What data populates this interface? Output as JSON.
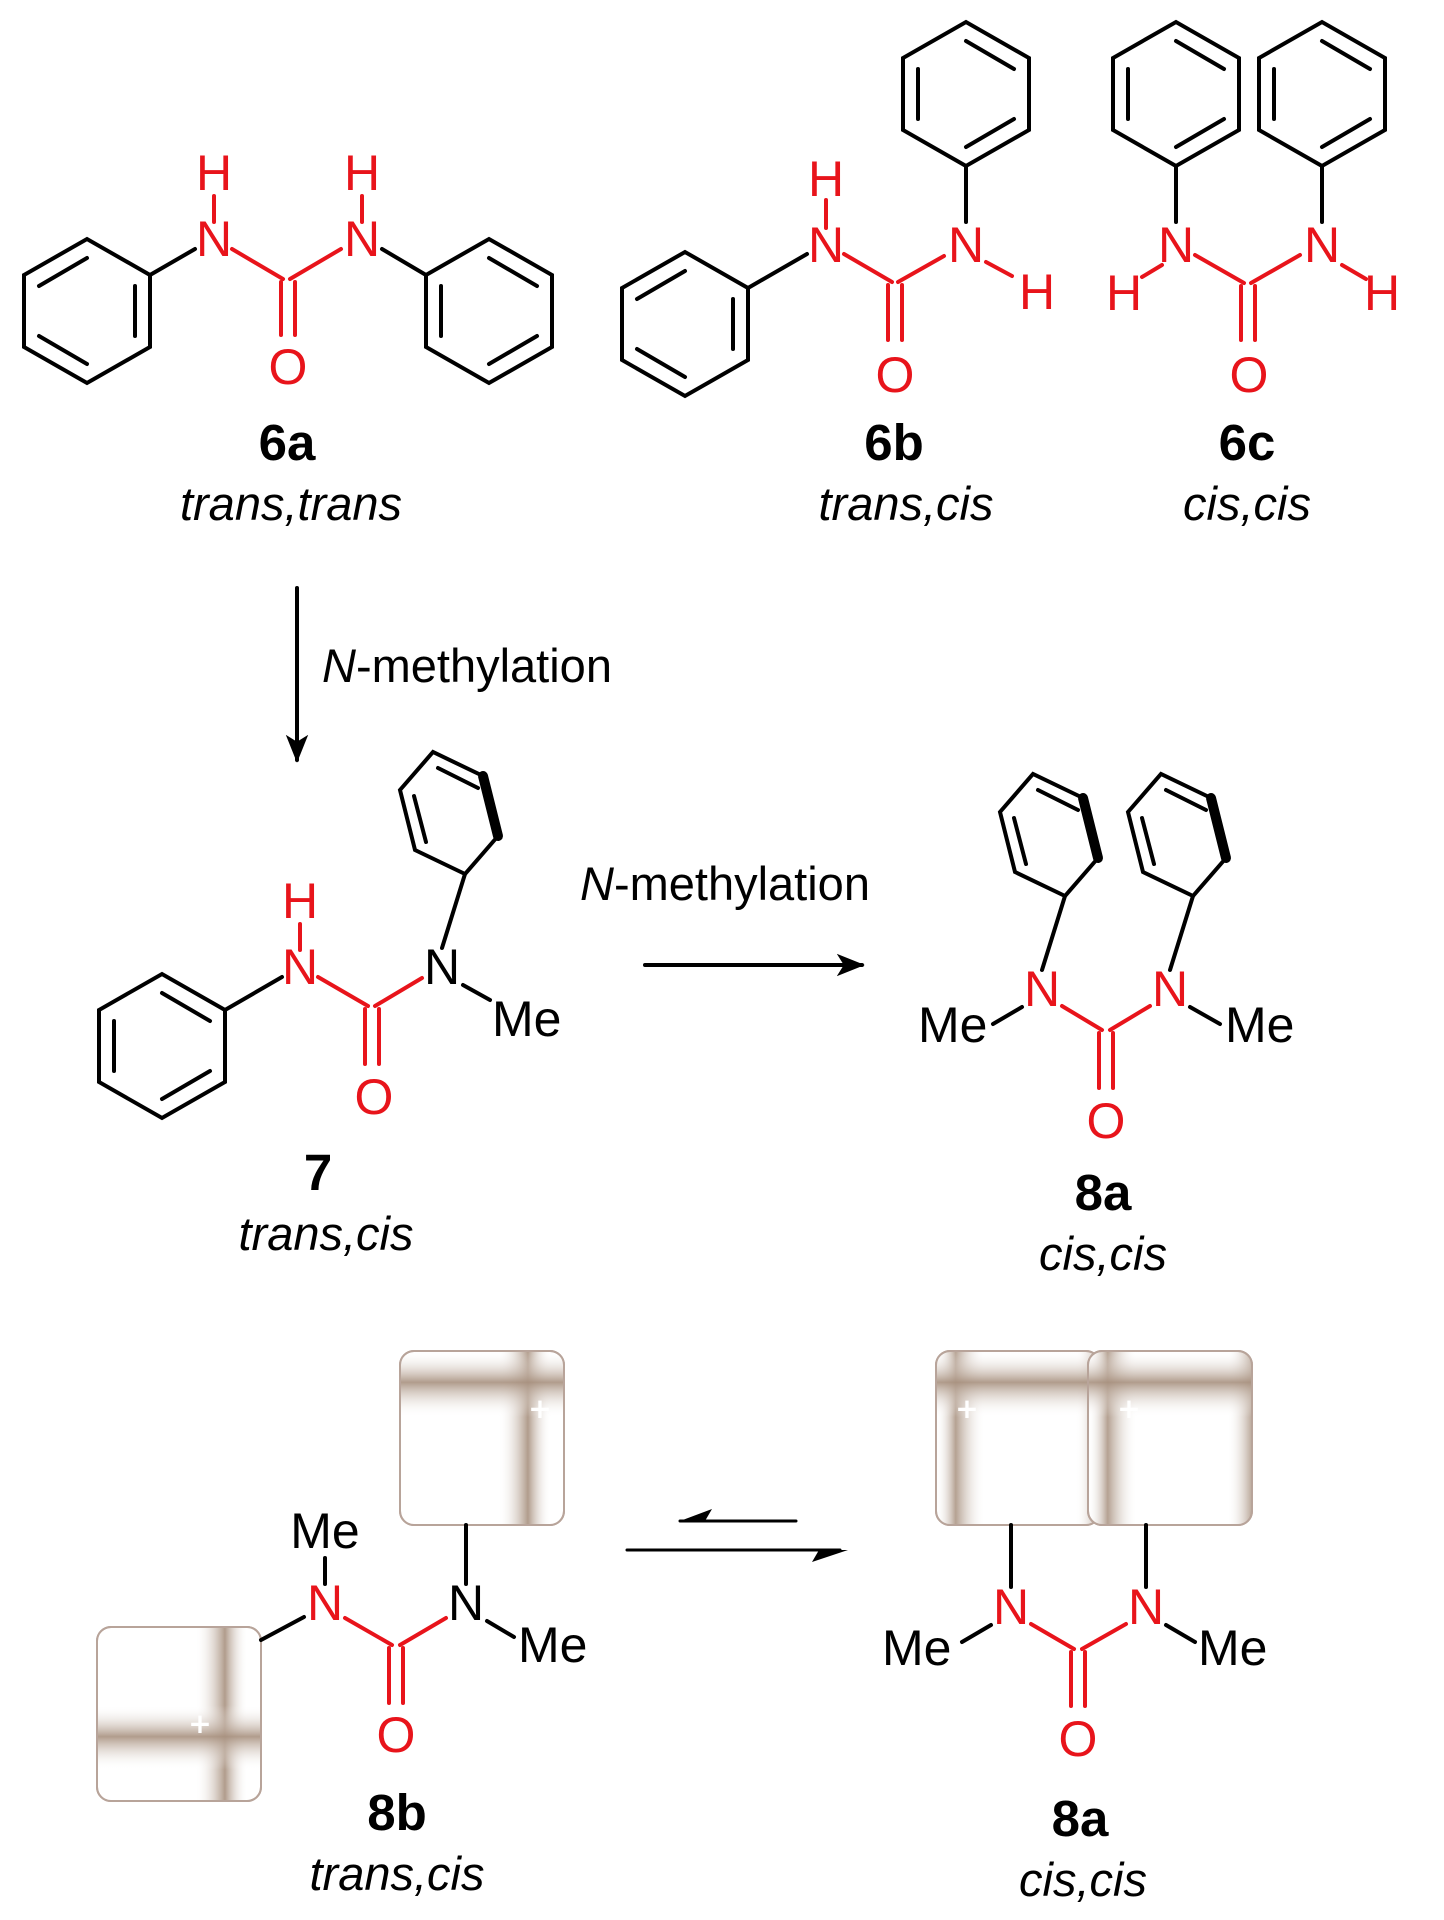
{
  "atoms": {
    "H": "H",
    "N": "N",
    "O": "O",
    "Me": "Me"
  },
  "compounds": {
    "c6a": {
      "id": "6a",
      "conformation": "trans,trans"
    },
    "c6b": {
      "id": "6b",
      "conformation": "trans,cis"
    },
    "c6c": {
      "id": "6c",
      "conformation": "cis,cis"
    },
    "c7": {
      "id": "7",
      "conformation": "trans,cis"
    },
    "c8a_top": {
      "id": "8a",
      "conformation": "cis,cis"
    },
    "c8b": {
      "id": "8b",
      "conformation": "trans,cis"
    },
    "c8a_bottom": {
      "id": "8a",
      "conformation": "cis,cis"
    }
  },
  "arrows": {
    "methylation_1": {
      "prefix": "N",
      "suffix": "-methylation"
    },
    "methylation_2": {
      "prefix": "N",
      "suffix": "-methylation"
    }
  },
  "colors": {
    "urea": "#e8141b",
    "bond": "#000000",
    "box": "#b8a49a"
  }
}
